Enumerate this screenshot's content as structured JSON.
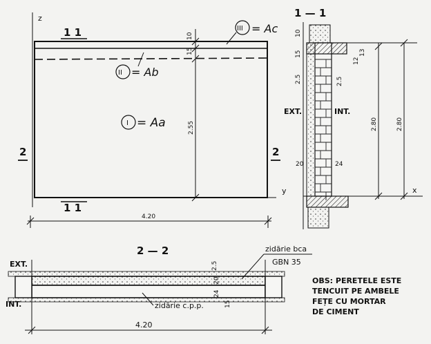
{
  "elevation": {
    "z_axis": "z",
    "y_axis": "y",
    "section_11_top": "1 1",
    "section_11_bottom": "1 1",
    "section_22_left": "2",
    "section_22_right": "2",
    "zone_i": "I",
    "zone_i_label": "= Aa",
    "zone_ii": "II",
    "zone_ii_label": "= Ab",
    "zone_iii": "III",
    "zone_iii_label": "= Ac",
    "dim_top_10": "10",
    "dim_top_15": "15",
    "dim_height": "2.55",
    "dim_length": "4.20"
  },
  "section_11": {
    "title": "1 — 1",
    "ext": "EXT.",
    "int": "INT.",
    "x_axis": "x",
    "dim_10": "10",
    "dim_15": "15",
    "dim_13": "13",
    "dim_12": "12",
    "dim_2_5_left": "2.5",
    "dim_2_5_right": "2.5",
    "dim_inner": "2.80",
    "dim_outer": "2.80",
    "dim_20": "20",
    "dim_24": "24"
  },
  "section_22": {
    "title": "2 — 2",
    "ext": "EXT.",
    "int": "INT.",
    "bca_label_1": "zidărie bca",
    "bca_label_2": "GBN 35",
    "cpp_label": "zidărie c.p.p.",
    "dim_2_5": "2.5",
    "dim_20": "20",
    "dim_24": "24",
    "dim_15": "15",
    "dim_length": "4.20"
  },
  "note": {
    "line1": "OBS: PERETELE ESTE",
    "line2": "TENCUIT PE AMBELE",
    "line3": "FEȚE CU MORTAR",
    "line4": "DE CIMENT"
  }
}
